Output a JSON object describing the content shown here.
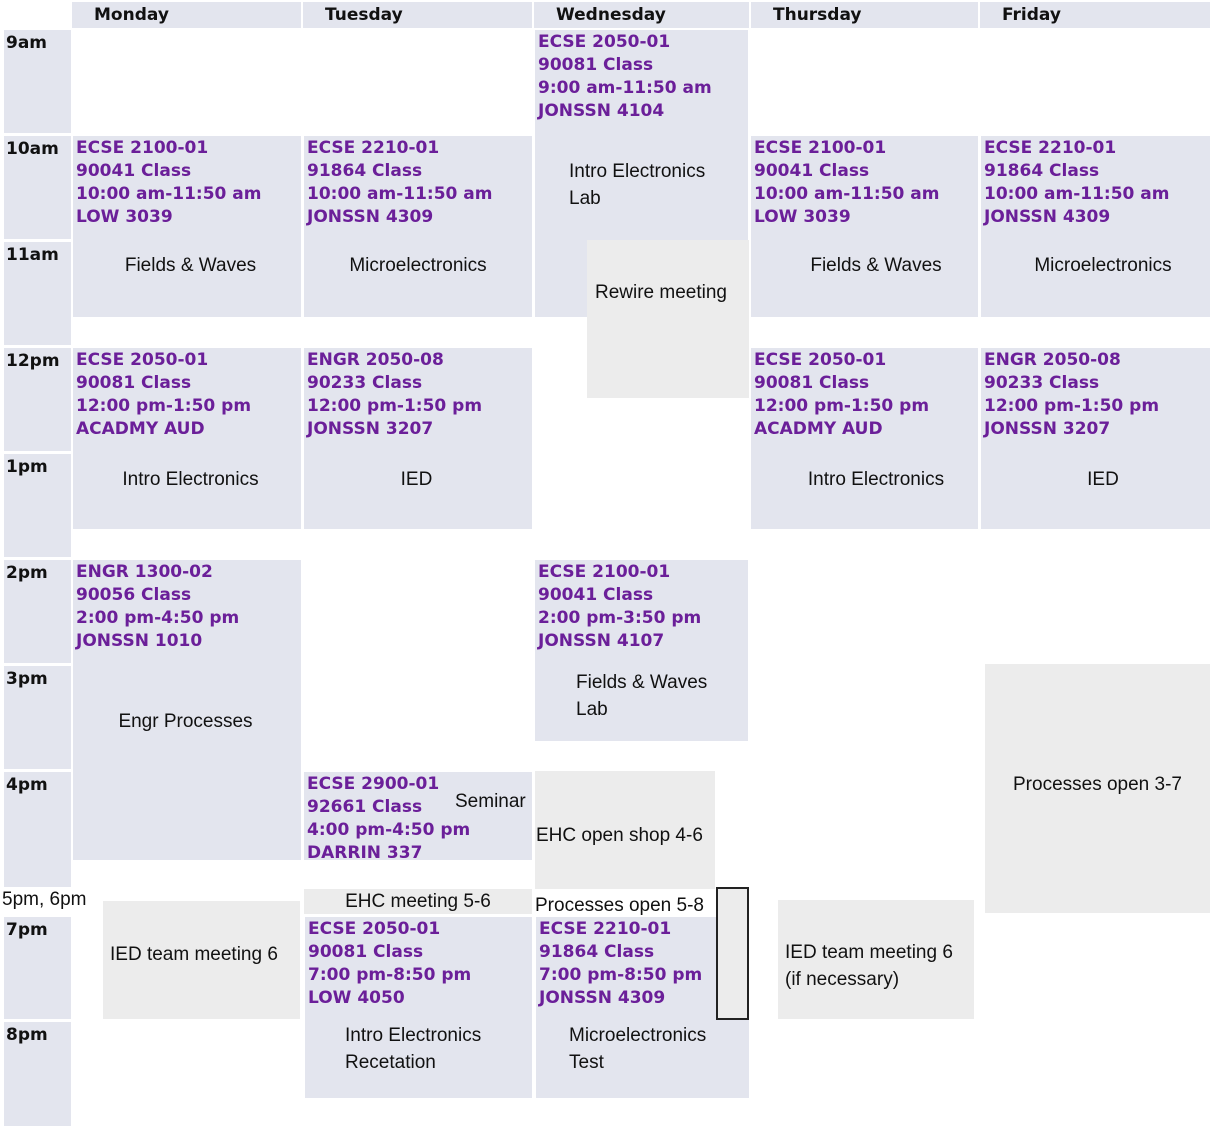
{
  "days": [
    "Monday",
    "Tuesday",
    "Wednesday",
    "Thursday",
    "Friday"
  ],
  "times": [
    "9am",
    "10am",
    "11am",
    "12pm",
    "1pm",
    "2pm",
    "3pm",
    "4pm",
    "5pm, 6pm",
    "7pm",
    "8pm"
  ],
  "classes": {
    "mon_10": [
      "ECSE 2100-01",
      "90041 Class",
      "10:00 am-11:50 am",
      "LOW 3039"
    ],
    "tue_10": [
      "ECSE 2210-01",
      "91864 Class",
      "10:00 am-11:50 am",
      "JONSSN 4309"
    ],
    "wed_9": [
      "ECSE 2050-01",
      "90081 Class",
      "9:00 am-11:50 am",
      "JONSSN 4104"
    ],
    "thu_10": [
      "ECSE 2100-01",
      "90041 Class",
      "10:00 am-11:50 am",
      "LOW 3039"
    ],
    "fri_10": [
      "ECSE 2210-01",
      "91864 Class",
      "10:00 am-11:50 am",
      "JONSSN 4309"
    ],
    "mon_12": [
      "ECSE 2050-01",
      "90081 Class",
      "12:00 pm-1:50 pm",
      "ACADMY AUD"
    ],
    "tue_12": [
      "ENGR 2050-08",
      "90233 Class",
      "12:00 pm-1:50 pm",
      "JONSSN 3207"
    ],
    "thu_12": [
      "ECSE 2050-01",
      "90081 Class",
      "12:00 pm-1:50 pm",
      "ACADMY AUD"
    ],
    "fri_12": [
      "ENGR 2050-08",
      "90233 Class",
      "12:00 pm-1:50 pm",
      "JONSSN 3207"
    ],
    "mon_2": [
      "ENGR 1300-02",
      "90056 Class",
      "2:00 pm-4:50 pm",
      "JONSSN 1010"
    ],
    "wed_2": [
      "ECSE 2100-01",
      "90041 Class",
      "2:00 pm-3:50 pm",
      "JONSSN 4107"
    ],
    "tue_4": [
      "ECSE 2900-01",
      "92661 Class",
      "4:00 pm-4:50 pm",
      "DARRIN 337"
    ],
    "tue_7": [
      "ECSE 2050-01",
      "90081 Class",
      "7:00 pm-8:50 pm",
      "LOW 4050"
    ],
    "wed_7": [
      "ECSE 2210-01",
      "91864 Class",
      "7:00 pm-8:50 pm",
      "JONSSN 4309"
    ]
  },
  "notes": {
    "mon_10": "Fields & Waves",
    "tue_10": "Microelectronics",
    "wed_9": "Intro Electronics\nLab",
    "thu_10": "Fields & Waves",
    "fri_10": "Microelectronics",
    "rewire": "Rewire meeting",
    "mon_12": "Intro Electronics",
    "tue_12": "IED",
    "thu_12": "Intro Electronics",
    "fri_12": "IED",
    "mon_2": "Engr Processes",
    "wed_2": "Fields & Waves\nLab",
    "fri_proc": "Processes open 3-7",
    "tue_seminar": "Seminar",
    "wed_ehc_shop": "EHC open shop 4-6",
    "tue_ehc_meeting": "EHC meeting 5-6",
    "wed_proc": "Processes open 5-8",
    "mon_ied": "IED team meeting 6",
    "thu_ied": "IED team meeting 6\n(if necessary)",
    "tue_7": "Intro Electronics\nRecetation",
    "wed_7": "Microelectronics\nTest"
  }
}
